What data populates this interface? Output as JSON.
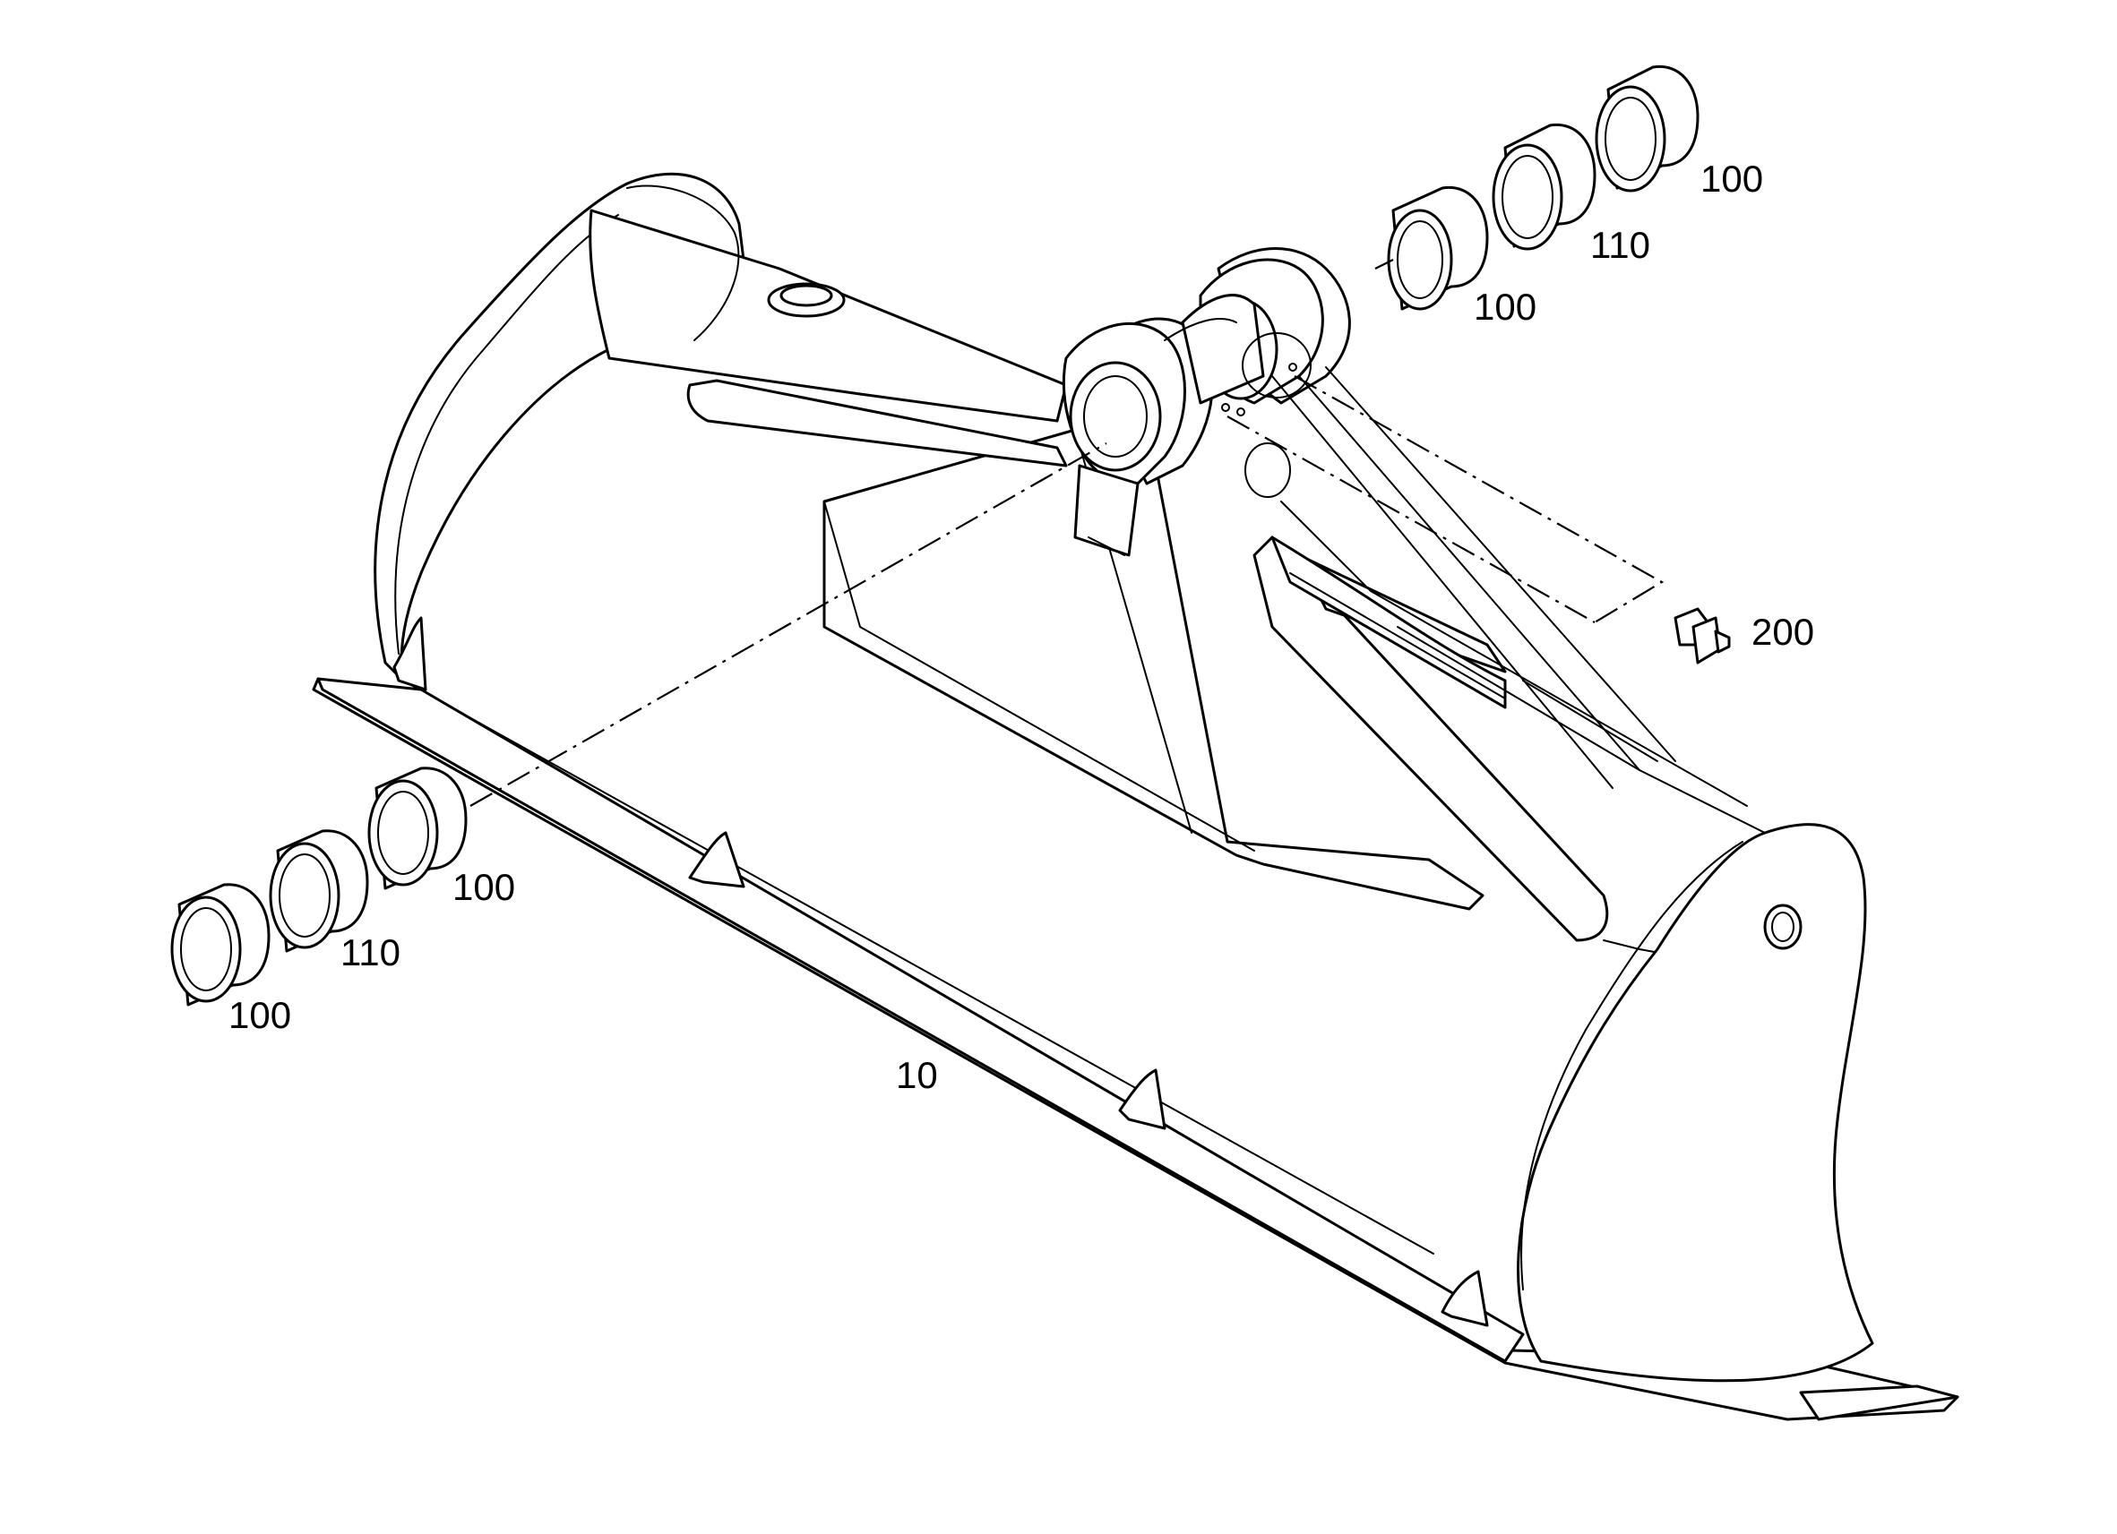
{
  "diagram": {
    "part_labels": {
      "bucket": "10",
      "bushing_top_left": "100",
      "spacer_top": "110",
      "bushing_top_right": "100",
      "grease_nipple": "200",
      "bushing_left_inner": "100",
      "spacer_left": "110",
      "bushing_left_outer": "100"
    }
  }
}
